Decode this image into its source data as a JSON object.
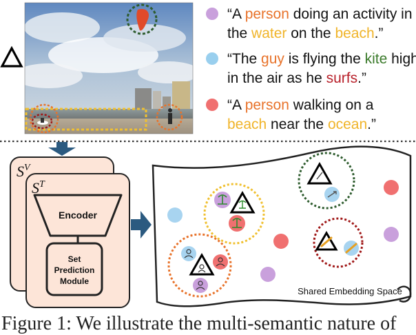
{
  "top": {
    "video_symbol": "△",
    "captions": [
      {
        "marker_color": "#c9a0dc",
        "lines": [
          [
            {
              "t": "“A ",
              "c": "#111111"
            },
            {
              "t": "person",
              "c": "#e8732b"
            },
            {
              "t": " doing an activity in",
              "c": "#111111"
            }
          ],
          [
            {
              "t": "the ",
              "c": "#111111"
            },
            {
              "t": "water",
              "c": "#f0b429"
            },
            {
              "t": " on the ",
              "c": "#111111"
            },
            {
              "t": "beach",
              "c": "#f0b429"
            },
            {
              "t": ".”",
              "c": "#111111"
            }
          ]
        ]
      },
      {
        "marker_color": "#99cfee",
        "lines": [
          [
            {
              "t": "“The ",
              "c": "#111111"
            },
            {
              "t": "guy",
              "c": "#e8732b"
            },
            {
              "t": " is flying the ",
              "c": "#111111"
            },
            {
              "t": "kite",
              "c": "#3a7a2a"
            },
            {
              "t": " high",
              "c": "#111111"
            }
          ],
          [
            {
              "t": "in the air as he ",
              "c": "#111111"
            },
            {
              "t": "surfs",
              "c": "#b8202a"
            },
            {
              "t": ".”",
              "c": "#111111"
            }
          ]
        ]
      },
      {
        "marker_color": "#f07070",
        "lines": [
          [
            {
              "t": "“A ",
              "c": "#111111"
            },
            {
              "t": "person",
              "c": "#e8732b"
            },
            {
              "t": " walking on a",
              "c": "#111111"
            }
          ],
          [
            {
              "t": "beach",
              "c": "#f0b429"
            },
            {
              "t": " near the ",
              "c": "#111111"
            },
            {
              "t": "ocean",
              "c": "#f0b429"
            },
            {
              "t": ".”",
              "c": "#111111"
            }
          ]
        ]
      }
    ]
  },
  "model": {
    "sv_label": "S",
    "sv_sup": "V",
    "st_label": "S",
    "st_sup": "T",
    "encoder_label": "Encoder",
    "set_prediction_label_1": "Set",
    "set_prediction_label_2": "Prediction",
    "set_prediction_label_3": "Module"
  },
  "embedding": {
    "label": "Shared Embedding Space"
  },
  "colors": {
    "model_fill": "#fde5d8",
    "arrow": "#2b5a80",
    "dashed_divider": "#333333",
    "orange": "#e8732b",
    "yellow": "#f0c030",
    "green": "#2e5c2e",
    "red": "#a01818",
    "blue_dot": "#a8d4f0",
    "red_dot": "#f07070",
    "purple_dot": "#c9a0dc"
  },
  "icons": [
    "triangle-video-icon",
    "person-icon",
    "beach-icon",
    "kite-icon",
    "surfboard-icon"
  ],
  "footer": {
    "caption": "Figure 1:  We illustrate the multi-semantic nature of"
  }
}
